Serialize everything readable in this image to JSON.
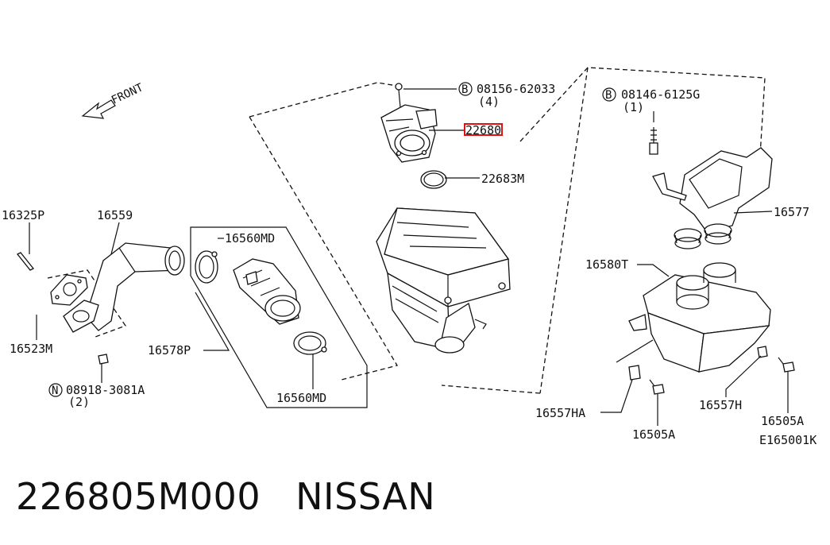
{
  "diagram": {
    "front_label": "FRONT",
    "labels": {
      "p08156": "08156-62033",
      "p08156_qty": "(4)",
      "p22680": "22680",
      "p22683M": "22683M",
      "p08146": "08146-6125G",
      "p08146_qty": "(1)",
      "p16577": "16577",
      "p16580T": "16580T",
      "p16325P": "16325P",
      "p16559": "16559",
      "p16560MD_top": "16560MD",
      "p16560MD_bottom": "16560MD",
      "p16523M": "16523M",
      "p16578P": "16578P",
      "p08918": "08918-3081A",
      "p08918_qty": "(2)",
      "p16557HA": "16557HA",
      "p16505A_left": "16505A",
      "p16557H": "16557H",
      "p16505A_right": "16505A",
      "diagram_code": "E165001K"
    },
    "markers": {
      "b1": "B",
      "b2": "B",
      "n1": "N"
    },
    "highlight_color": "#e01010"
  },
  "footer": {
    "part_number": "226805M000",
    "brand": "NISSAN"
  }
}
